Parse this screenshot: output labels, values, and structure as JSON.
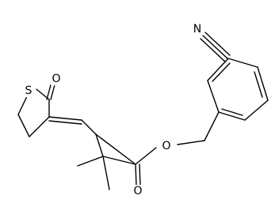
{
  "atoms": {
    "nitrile_n": "N",
    "carbonyl_o_lactone": "O",
    "ring_s": "S",
    "ester_o": "O",
    "carbonyl_o_ester": "O"
  }
}
